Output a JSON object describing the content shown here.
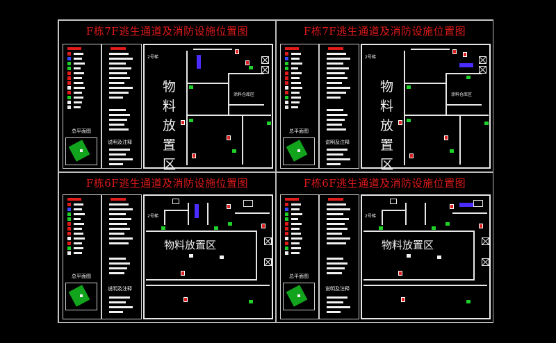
{
  "sheets": [
    {
      "title": "F栋7F逃生通道及消防设施位置图",
      "zone_label": "物料放置区",
      "room_label": "涂料仓库区",
      "tag": "2号梯",
      "key_plan_label": "总平面图",
      "notes_label": "说明及注释",
      "zone_vertical": true
    },
    {
      "title": "F栋7F逃生通道及消防设施位置图",
      "zone_label": "物料放置区",
      "room_label": "涂料仓库区",
      "tag": "2号梯",
      "key_plan_label": "总平面图",
      "notes_label": "说明及注释",
      "zone_vertical": true
    },
    {
      "title": "F栋6F逃生通道及消防设施位置图",
      "zone_label": "物料放置区",
      "room_label": "",
      "tag": "2号梯",
      "key_plan_label": "总平面图",
      "notes_label": "说明及注释",
      "zone_vertical": false
    },
    {
      "title": "F栋6F逃生通道及消防设施位置图",
      "zone_label": "物料放置区",
      "room_label": "",
      "tag": "2号梯",
      "key_plan_label": "总平面图",
      "notes_label": "说明及注释",
      "zone_vertical": false
    }
  ],
  "colors": {
    "title": "#e11a1a",
    "exit_sign": "#1fd12a",
    "extinguisher": "#e02020",
    "hydrant": "#4b2cff",
    "lines": "#e8e8e8",
    "background": "#000000"
  }
}
